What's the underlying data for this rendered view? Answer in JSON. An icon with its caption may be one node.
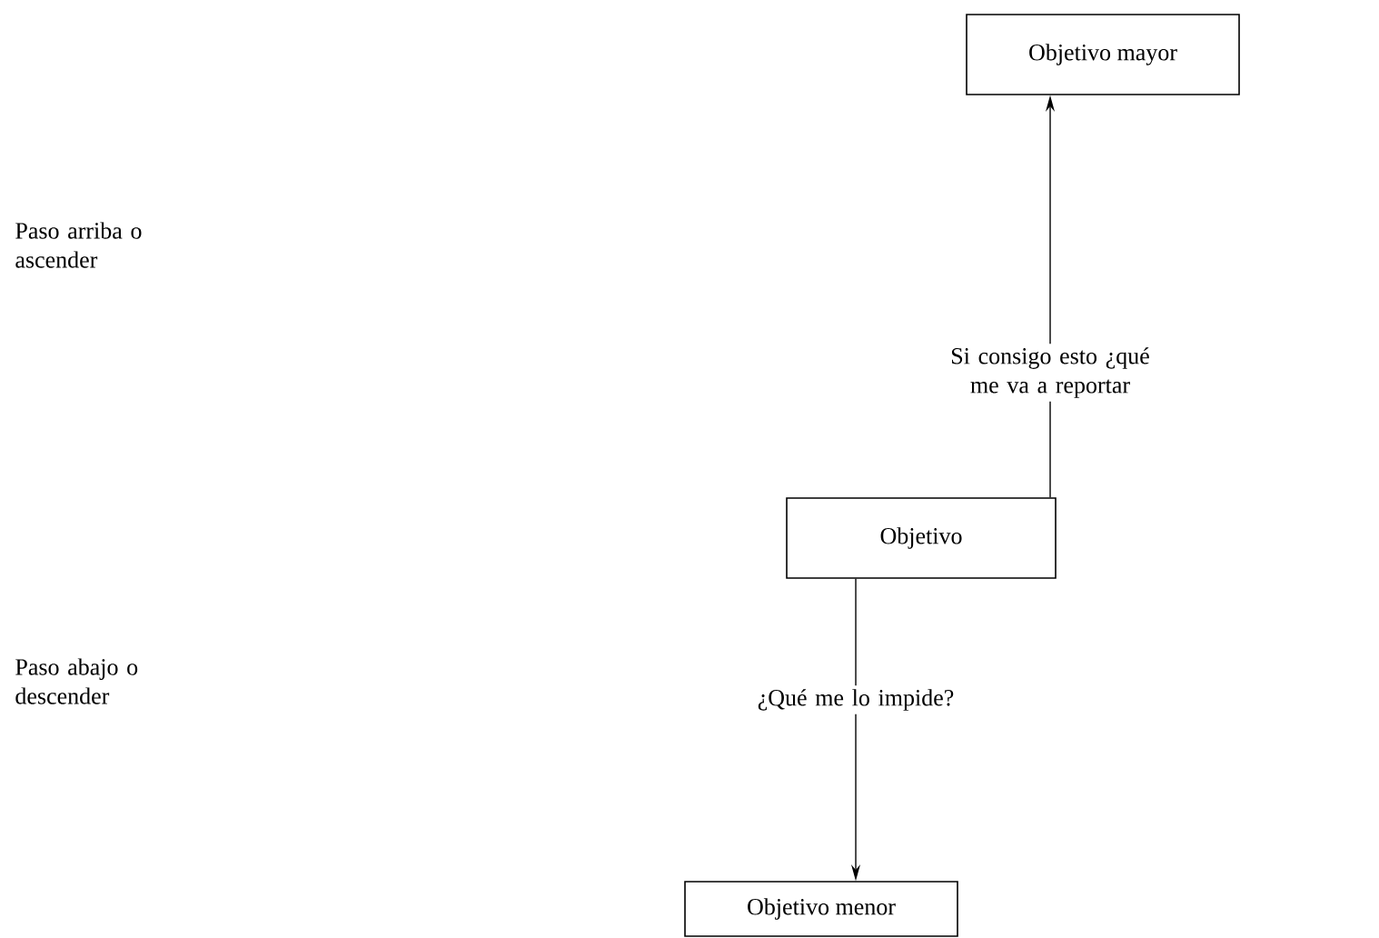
{
  "diagram": {
    "nodes": [
      {
        "text": [
          "Objetivo mayor"
        ]
      },
      {
        "text": [
          "Objetivo"
        ]
      },
      {
        "text": [
          "Objetivo menor"
        ]
      }
    ],
    "edges": [
      {
        "from": 1,
        "to": 0,
        "arrow": "to",
        "label": "Si consigo esto ¿qué me va a reportar"
      },
      {
        "from": 1,
        "to": 2,
        "arrow": "to",
        "label": "¿Qué me lo impide?"
      }
    ],
    "labels": [
      "Paso arriba o ascender",
      "Paso abajo o descender"
    ]
  }
}
